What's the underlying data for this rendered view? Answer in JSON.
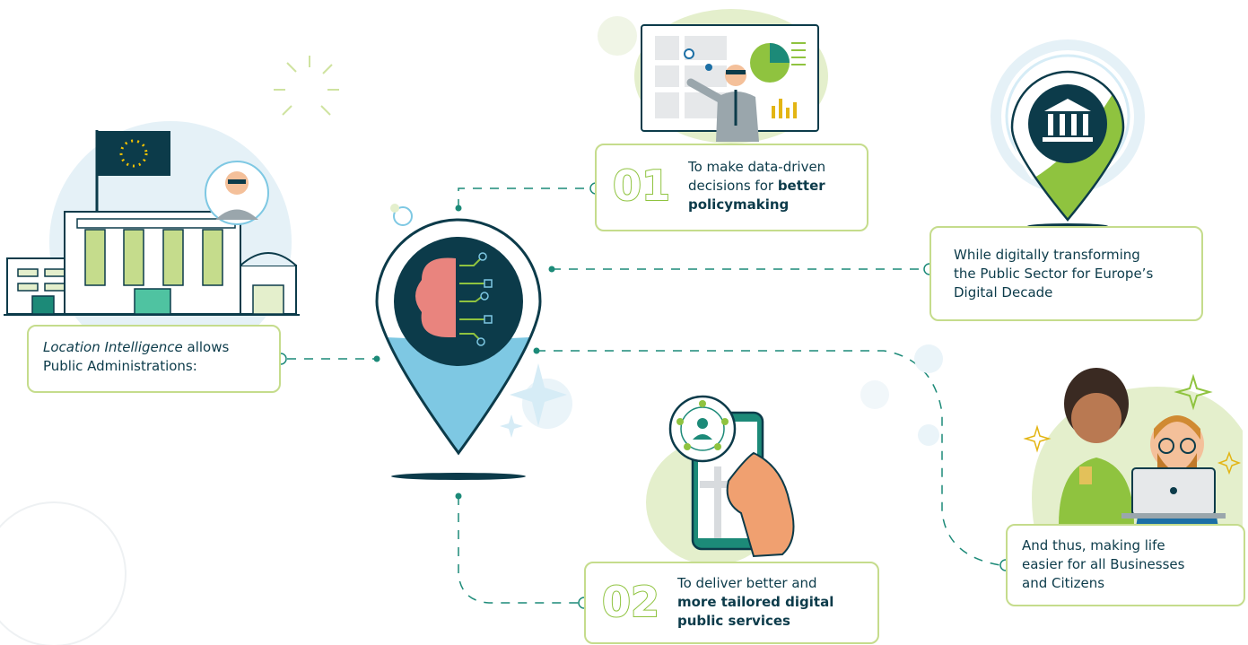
{
  "intro": {
    "italic": "Location Intelligence",
    "rest1": " allows",
    "line2": "Public Administrations:"
  },
  "step01": {
    "number": "01",
    "line1": "To make data-driven",
    "line2_pre": "decisions for ",
    "line2_bold": "better",
    "line3_bold": "policymaking"
  },
  "digital": {
    "line1": "While digitally transforming",
    "line2": "the Public Sector for Europe’s",
    "line3": "Digital Decade"
  },
  "step02": {
    "number": "02",
    "line1": "To deliver better and",
    "line2_bold": "more tailored digital",
    "line3_bold": "public services"
  },
  "life": {
    "line1": "And thus, making life",
    "line2": "easier for all Businesses",
    "line3": "and Citizens"
  },
  "colors": {
    "navy": "#0c3b4a",
    "lime": "#8fc33f",
    "lime_light": "#c5dc8c",
    "sky": "#7ec8e3",
    "teal": "#1c8a78",
    "pale_green": "#e4efcc",
    "pale_blue": "#e5f1f7"
  },
  "icons": [
    "eu-flag-icon",
    "government-building-icon",
    "official-avatar-icon",
    "brain-circuit-pin-icon",
    "dashboard-presenter-icon",
    "institution-pin-icon",
    "smartphone-location-icon",
    "citizens-laptop-icon"
  ]
}
